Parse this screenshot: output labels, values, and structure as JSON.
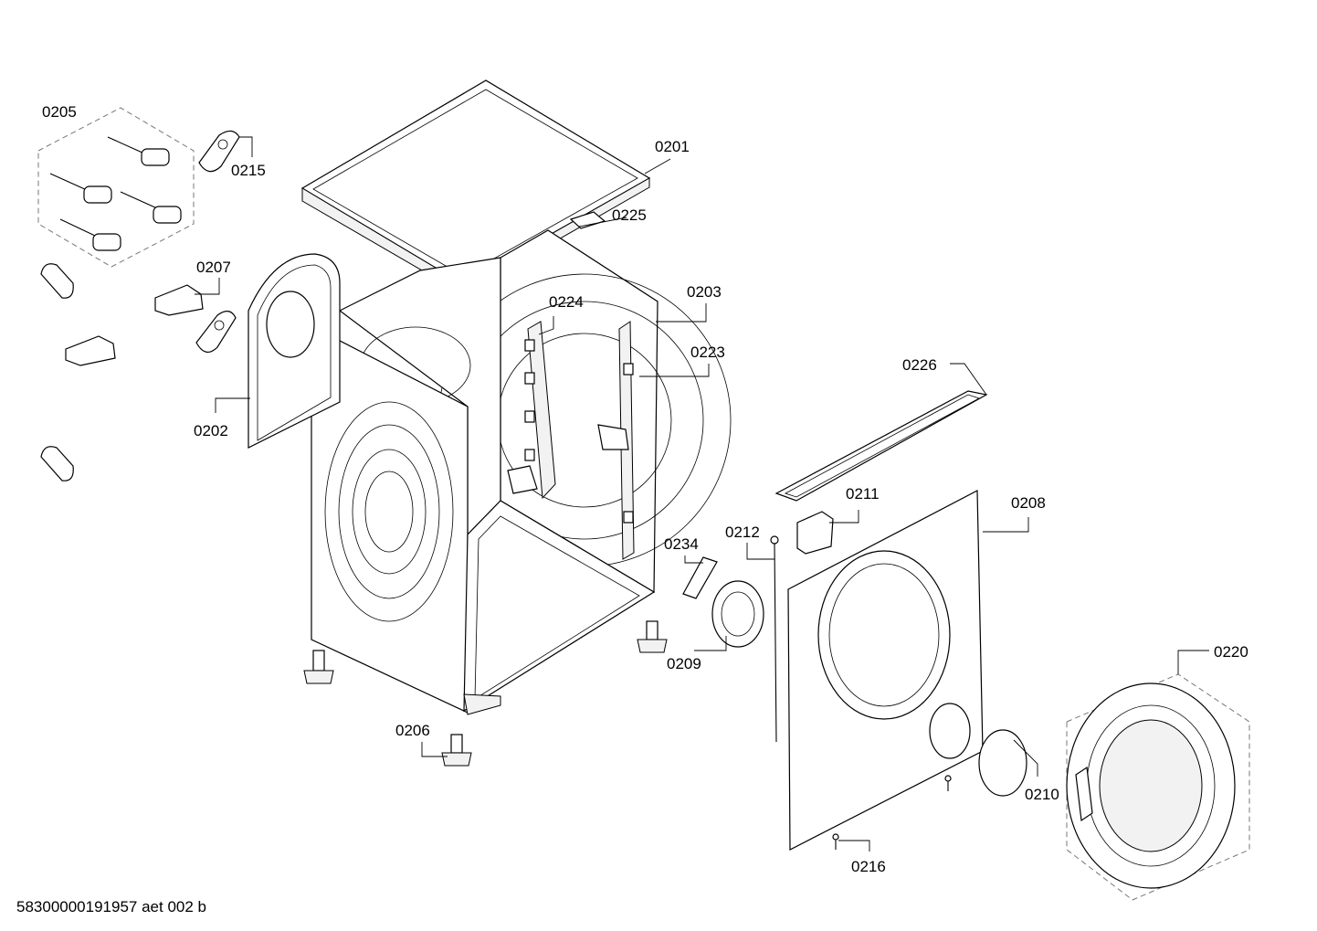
{
  "labels": {
    "l0201": "0201",
    "l0202": "0202",
    "l0203": "0203",
    "l0205": "0205",
    "l0206": "0206",
    "l0207": "0207",
    "l0208": "0208",
    "l0209": "0209",
    "l0210": "0210",
    "l0211": "0211",
    "l0212": "0212",
    "l0215": "0215",
    "l0216": "0216",
    "l0220": "0220",
    "l0223": "0223",
    "l0224": "0224",
    "l0225": "0225",
    "l0226": "0226",
    "l0234": "0234"
  },
  "document_id": "58300000191957 aet 002 b"
}
